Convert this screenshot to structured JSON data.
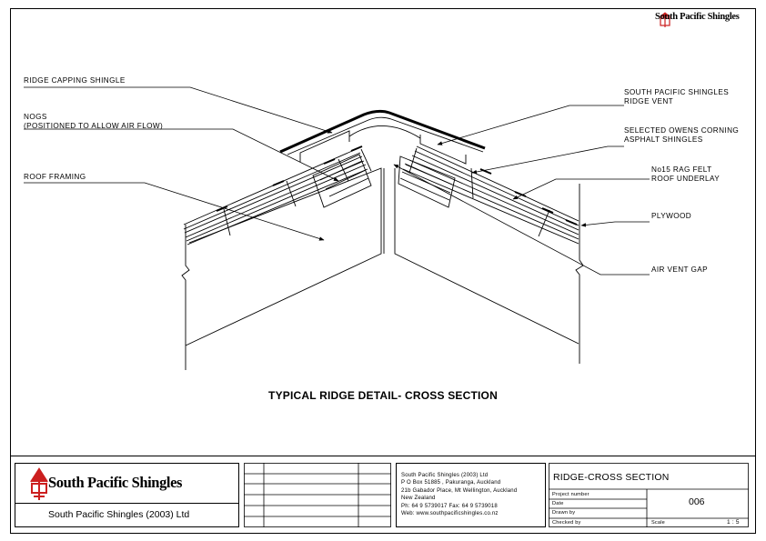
{
  "header": {
    "logo_text": "South Pacific Shingles"
  },
  "labels": {
    "ridge_capping": "RIDGE CAPPING SHINGLE",
    "nogs_line1": "NOGS",
    "nogs_line2": "(POSITIONED TO ALLOW AIR FLOW)",
    "roof_framing": "ROOF FRAMING",
    "ridge_vent_line1": "SOUTH PACIFIC SHINGLES",
    "ridge_vent_line2": "RIDGE VENT",
    "asphalt_line1": "SELECTED OWENS CORNING",
    "asphalt_line2": "ASPHALT SHINGLES",
    "felt_line1": "No15 RAG FELT",
    "felt_line2": "ROOF UNDERLAY",
    "plywood": "PLYWOOD",
    "air_vent_gap": "AIR VENT GAP"
  },
  "drawing_title": "TYPICAL RIDGE DETAIL- CROSS SECTION",
  "title_block": {
    "logo_text": "South Pacific Shingles",
    "company_name": "South Pacific Shingles (2003) Ltd",
    "address_lines": [
      "South Pacific Shingles (2003) Ltd",
      "P O Box 51885 , Pakuranga, Auckland",
      "21b Gabador Place, Mt Wellington, Auckland",
      "New Zealand",
      "Ph: 64 9 5739017      Fax: 64 9 5739018",
      "Web:  www.southpacificshingles.co.nz"
    ],
    "drawing_name": "RIDGE-CROSS SECTION",
    "fields": {
      "project_number": "Project number",
      "date": "Date",
      "drawn_by": "Drawn by",
      "checked_by": "Checked by",
      "scale": "Scale"
    },
    "drawing_number": "006",
    "scale_value": "1 : 5"
  },
  "colors": {
    "logo_red": "#cc1f1f",
    "ink": "#000000"
  }
}
